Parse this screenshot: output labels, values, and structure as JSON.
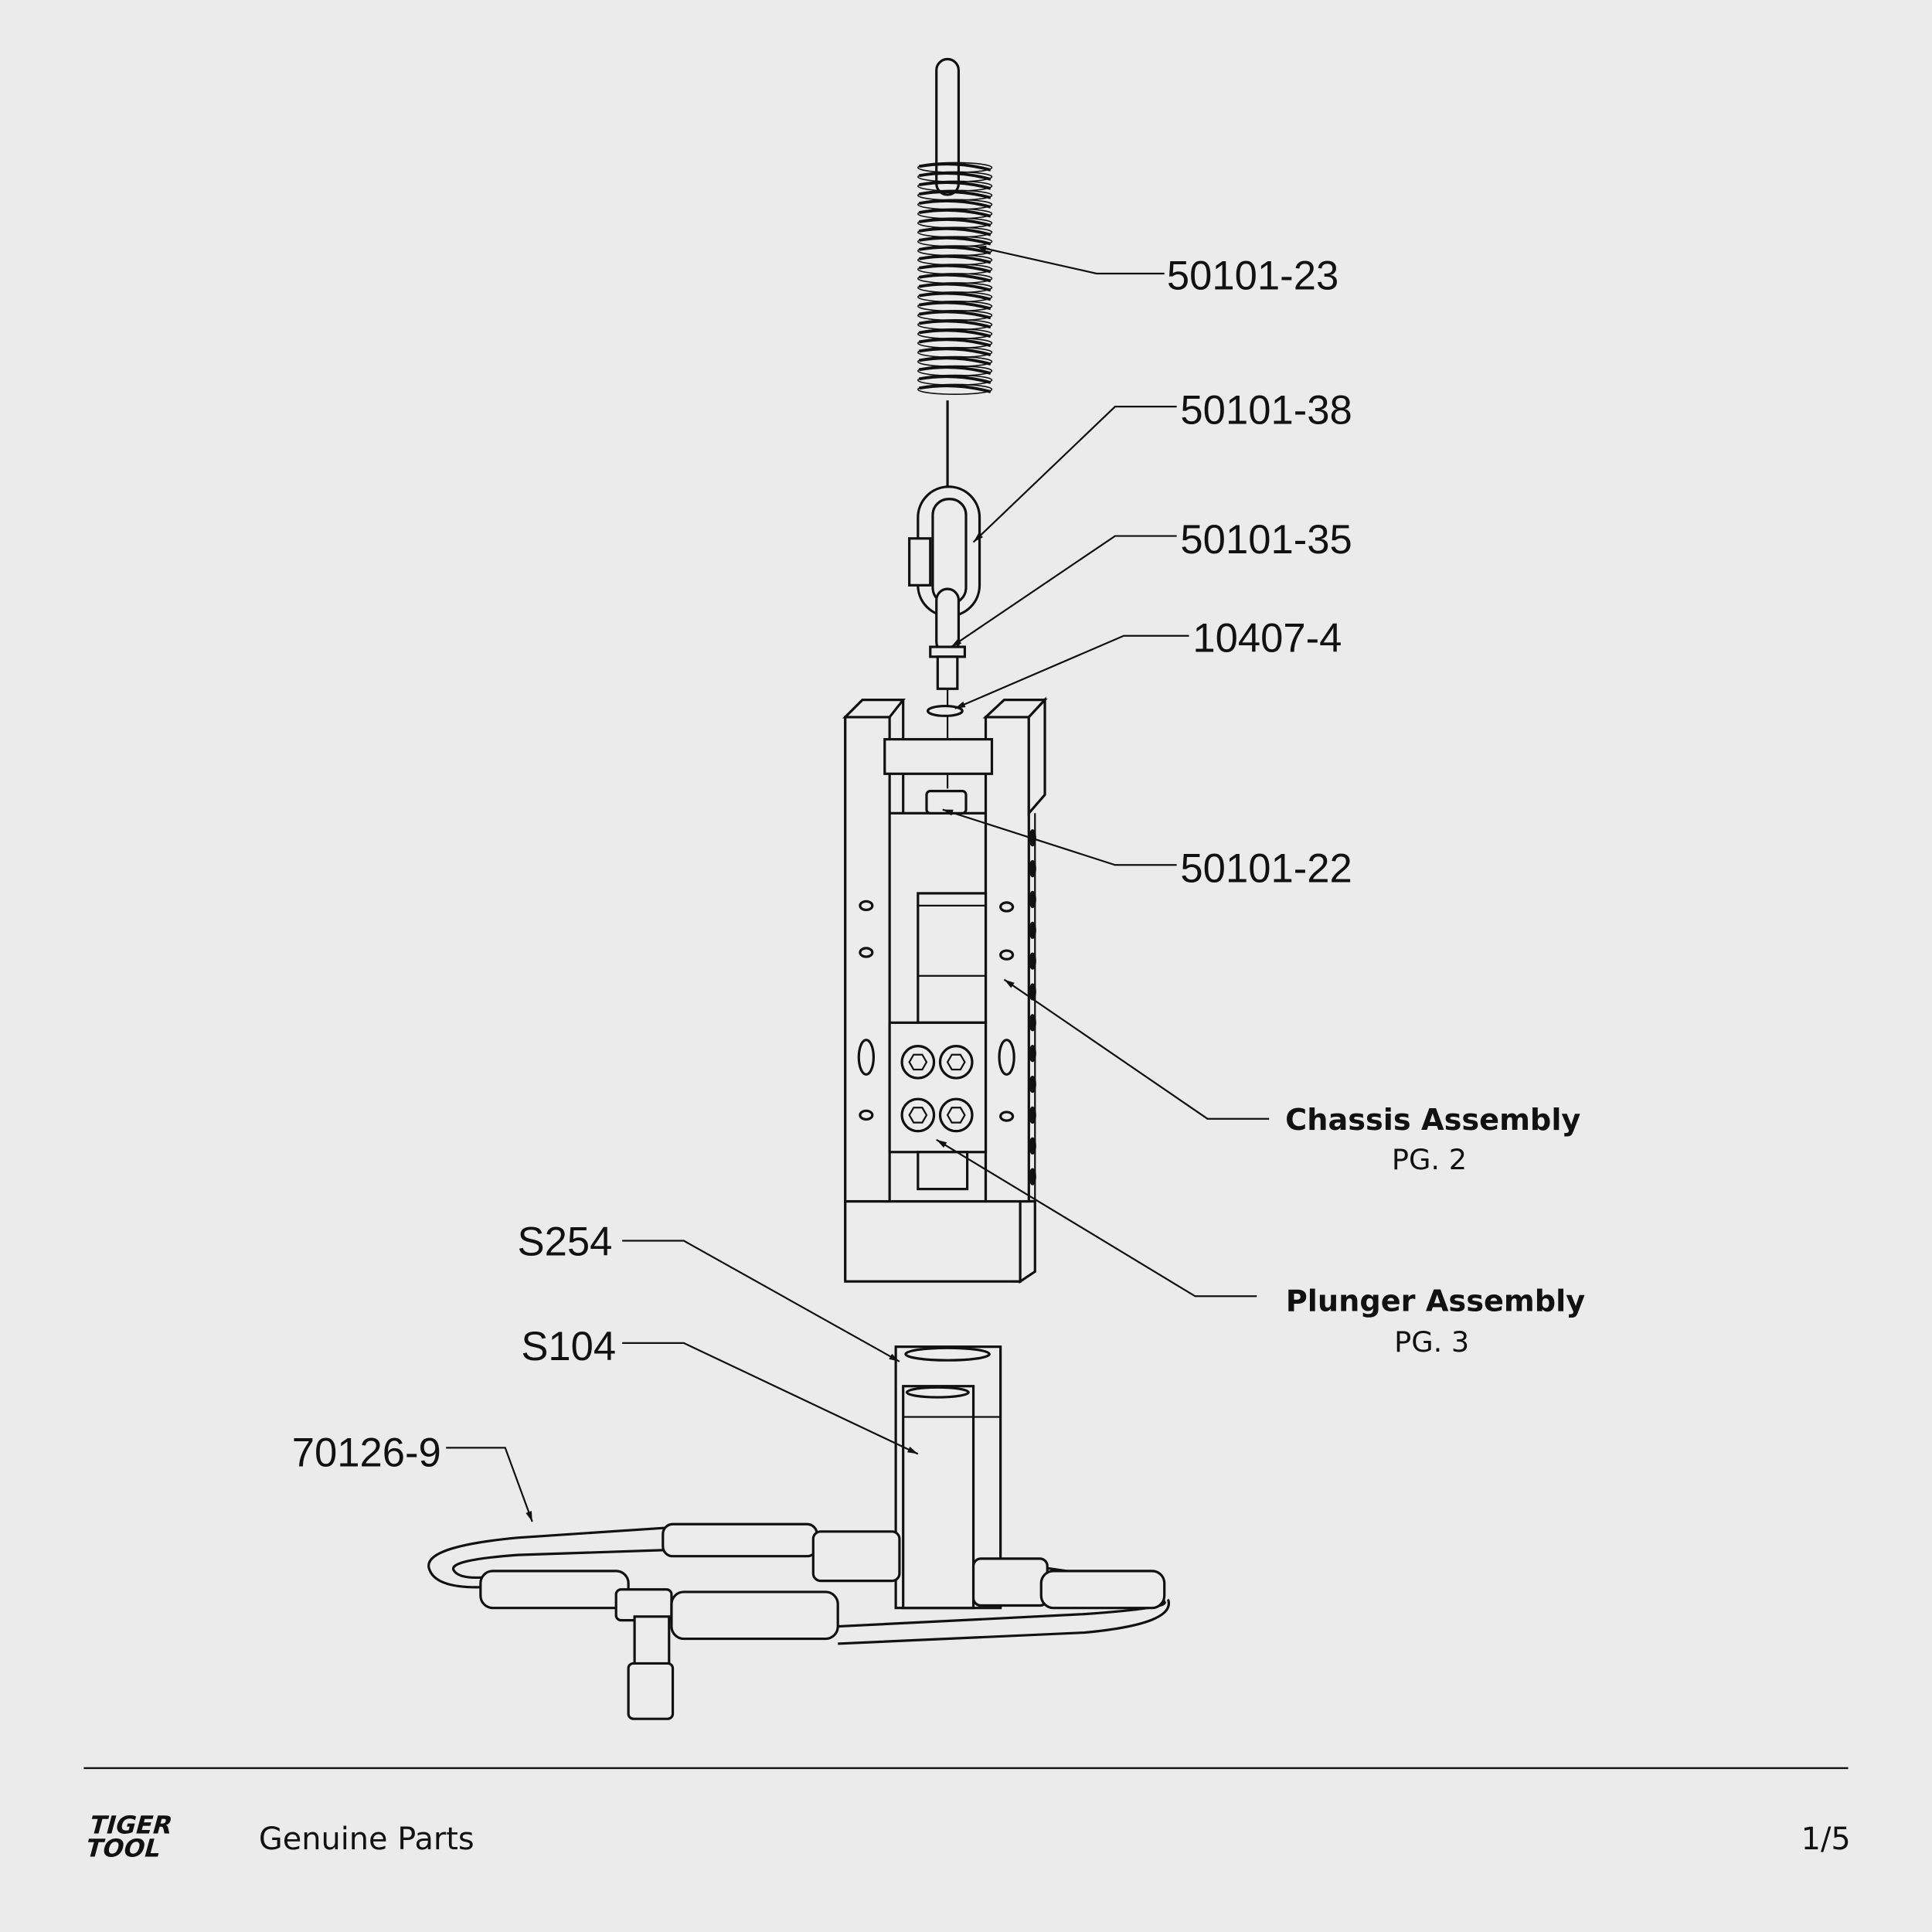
{
  "callouts": {
    "spring": "50101-23",
    "quick_link": "50101-38",
    "eye_bolt": "50101-35",
    "washer": "10407-4",
    "adapter": "50101-22",
    "s254": "S254",
    "s104": "S104",
    "hose": "70126-9"
  },
  "assemblies": {
    "chassis": {
      "title": "Chassis Assembly",
      "page": "PG. 2"
    },
    "plunger": {
      "title": "Plunger Assembly",
      "page": "PG. 3"
    }
  },
  "footer": {
    "logo": "Tiger Tool",
    "logo_line1": "TIGER",
    "logo_line2": "TOOL",
    "tagline": "Genuine Parts",
    "page_number": "1/5"
  }
}
